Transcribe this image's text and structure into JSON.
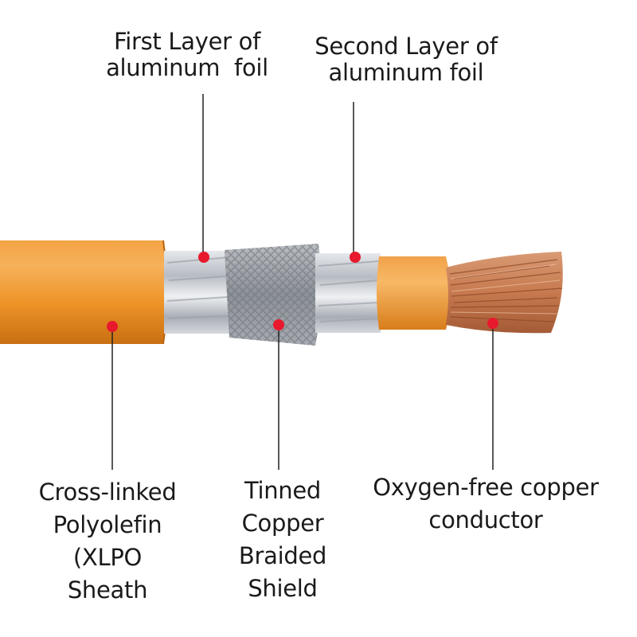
{
  "colors": {
    "sheath": "#ee9428",
    "sheath_light": "#f6b15a",
    "sheath_dark": "#c86f12",
    "foil": "#c8ccd2",
    "braid": "#9a9ea5",
    "copper": "#c77a4f",
    "marker": "#e8192c",
    "leader": "#222222"
  },
  "labels": {
    "first_foil": {
      "line1": "First Layer of",
      "line2": "aluminum  foil"
    },
    "second_foil": {
      "line1": "Second Layer of",
      "line2": "aluminum foil"
    },
    "sheath": {
      "line1": "Cross-linked",
      "line2": "Polyolefin",
      "line3": "(XLPO",
      "line4": "Sheath"
    },
    "braid": {
      "line1": "Tinned",
      "line2": "Copper",
      "line3": "Braided",
      "line4": "Shield"
    },
    "conductor": {
      "line1": "Oxygen-free copper",
      "line2": "conductor"
    }
  }
}
